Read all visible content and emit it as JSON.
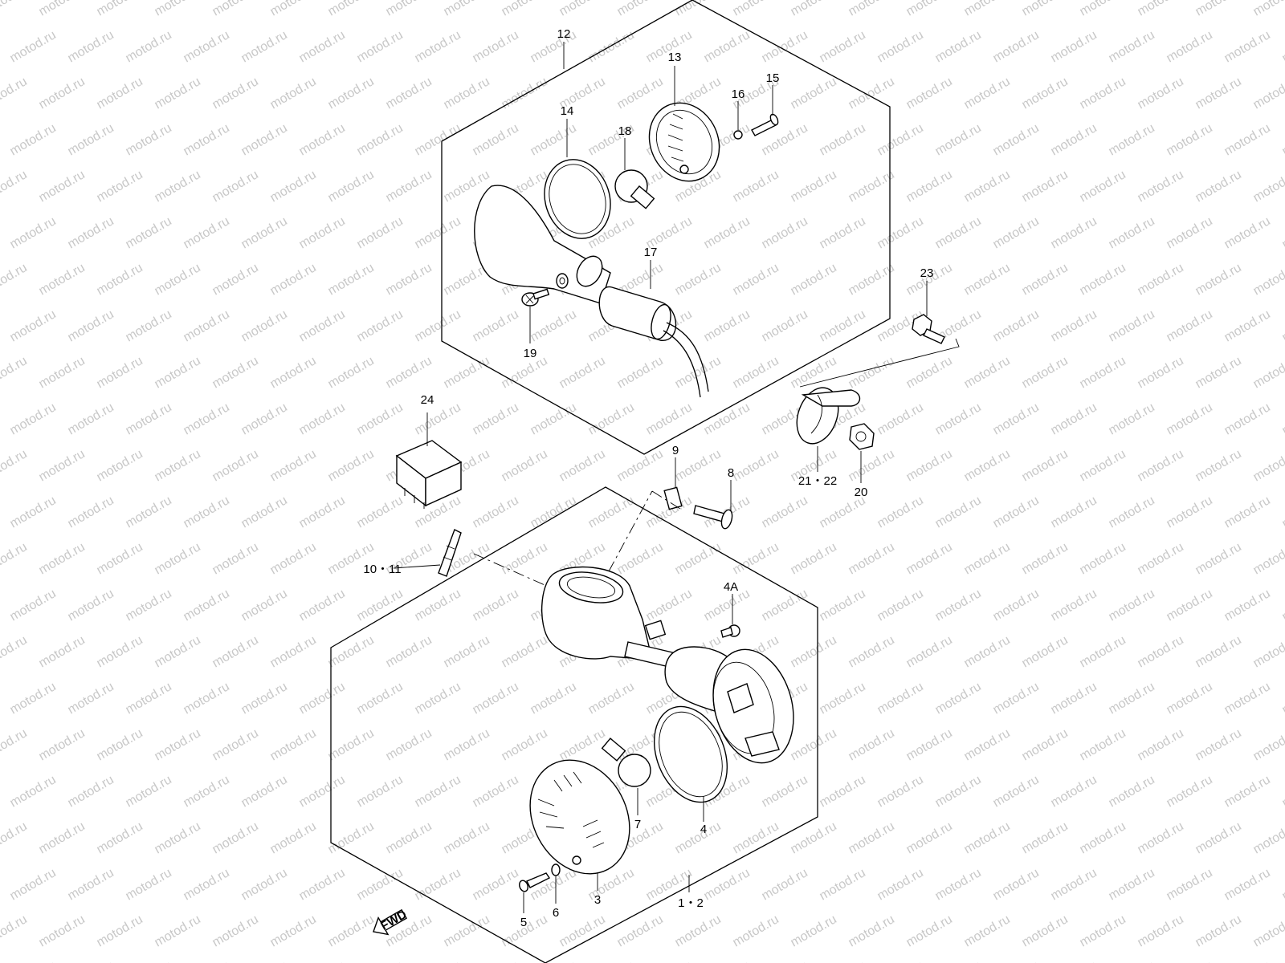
{
  "watermark": {
    "text": "motod.ru"
  },
  "labels": {
    "p12": "12",
    "p13": "13",
    "p14": "14",
    "p15": "15",
    "p16": "16",
    "p17": "17",
    "p18": "18",
    "p19": "19",
    "p23": "23",
    "p24": "24",
    "p9": "9",
    "p8": "8",
    "p2122": "21・22",
    "p20": "20",
    "p1011": "10・11",
    "p4A": "4A",
    "p7": "7",
    "p4": "4",
    "p3": "3",
    "p5": "5",
    "p6": "6",
    "p12b": "1・2"
  },
  "fwd": {
    "text": "FWD"
  }
}
